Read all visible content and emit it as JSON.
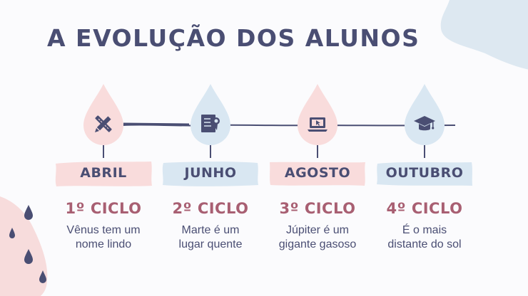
{
  "title": "A EVOLUÇÃO DOS ALUNOS",
  "colors": {
    "navy": "#4a4e73",
    "pink": "#f9dcdc",
    "blue": "#d9e7f2",
    "rose_text": "#a85f72"
  },
  "steps": [
    {
      "month": "ABRIL",
      "cycle": "1º CICLO",
      "desc_line1": "Vênus tem um",
      "desc_line2": "nome lindo",
      "icon": "pencil-ruler-icon",
      "color": "pink"
    },
    {
      "month": "JUNHO",
      "cycle": "2º CICLO",
      "desc_line1": "Marte é um",
      "desc_line2": "lugar quente",
      "icon": "diploma-certificate-icon",
      "color": "blue"
    },
    {
      "month": "AGOSTO",
      "cycle": "3º CICLO",
      "desc_line1": "Júpiter é um",
      "desc_line2": "gigante gasoso",
      "icon": "laptop-cursor-icon",
      "color": "pink"
    },
    {
      "month": "OUTUBRO",
      "cycle": "4º CICLO",
      "desc_line1": "É o mais",
      "desc_line2": "distante do sol",
      "icon": "graduation-cap-icon",
      "color": "blue"
    }
  ]
}
